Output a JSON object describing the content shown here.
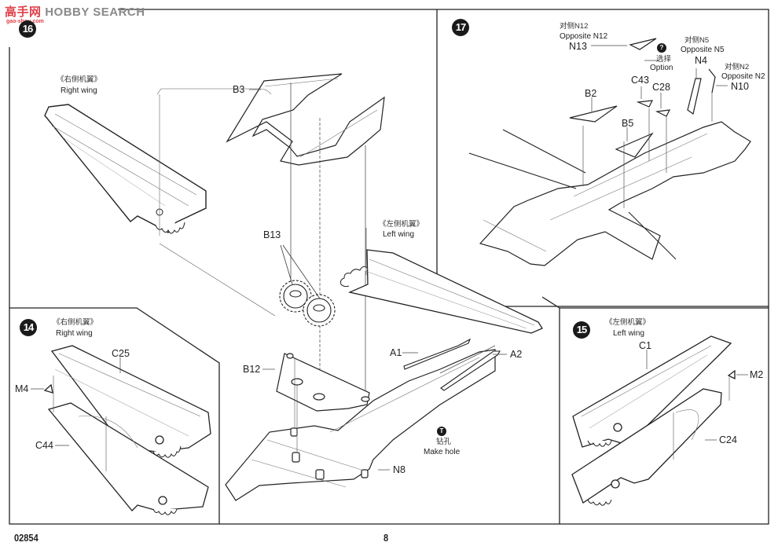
{
  "watermark": {
    "brand_cn": "高手网",
    "brand_en": "HOBBY SEARCH",
    "domain": "gao-shou.com"
  },
  "page": {
    "kit_number": "02854",
    "page_number": "8"
  },
  "steps": [
    {
      "number": "16",
      "labels": {
        "right_wing_cn": "《右侧机翼》",
        "right_wing_en": "Right wing",
        "left_wing_cn": "《左侧机翼》",
        "left_wing_en": "Left wing",
        "make_hole_cn": "钻孔",
        "make_hole_en": "Make hole",
        "make_hole_icon": "drill-icon"
      },
      "parts": [
        "B3",
        "B13",
        "B12",
        "A1",
        "A2",
        "N8"
      ]
    },
    {
      "number": "17",
      "labels": {
        "opposite_n12_cn": "对侧N12",
        "opposite_n12_en": "Opposite N12",
        "option_cn": "选择",
        "option_en": "Option",
        "option_icon": "question-icon",
        "opposite_n5_cn": "对侧N5",
        "opposite_n5_en": "Opposite N5",
        "opposite_n2_cn": "对侧N2",
        "opposite_n2_en": "Opposite N2"
      },
      "parts": [
        "N13",
        "N4",
        "N10",
        "C43",
        "C28",
        "B2",
        "B5"
      ]
    },
    {
      "number": "14",
      "labels": {
        "right_wing_cn": "《右侧机翼》",
        "right_wing_en": "Right wing"
      },
      "parts": [
        "C25",
        "M4",
        "C44"
      ]
    },
    {
      "number": "15",
      "labels": {
        "left_wing_cn": "《左侧机翼》",
        "left_wing_en": "Left wing"
      },
      "parts": [
        "C1",
        "M2",
        "C24"
      ]
    }
  ]
}
